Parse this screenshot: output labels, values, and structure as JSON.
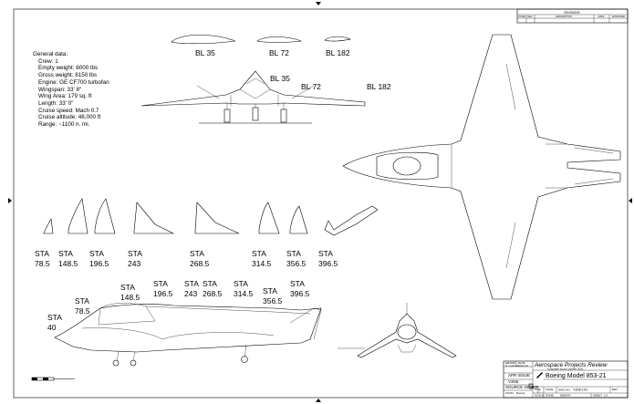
{
  "revisions": {
    "title": "REVISIONS",
    "cols": [
      "ZONE",
      "REV",
      "DESCRIPTION",
      "DATE",
      "APPROVED"
    ]
  },
  "general_data": {
    "heading": "General data:",
    "items": [
      "Crew: 1",
      "Empty weight:  6000 lbs",
      "Gross weight:  8150 lbs",
      "Engine: GE CF700 turbofan",
      "Wingspan: 33' 8\"",
      "Wing Area: 179 sq. ft",
      "Length: 33' 0\"",
      "Cruise speed: Mach 0.7",
      "Cruise altitude: 48,000 ft",
      "Range: ~1100 n. mi."
    ]
  },
  "airfoils": {
    "bl35": "BL 35",
    "bl72": "BL 72",
    "bl182": "BL 182"
  },
  "front_view_labels": {
    "bl35": "BL 35",
    "bl72": "BL 72",
    "bl182": "BL 182"
  },
  "stations": [
    "78.5",
    "148.5",
    "196.5",
    "243",
    "268.5",
    "314.5",
    "356.5",
    "396.5"
  ],
  "side_stations": [
    "40",
    "78.5",
    "148.5",
    "196.5",
    "243",
    "268.5",
    "314.5",
    "356.5",
    "396.5"
  ],
  "sta_prefix": "STA",
  "title_block": {
    "drawn": "DRAWN",
    "drawn_by": "S. Lochner",
    "date_label": "DATE",
    "date": "2021-02",
    "company": "Aerospace Projects Review",
    "copyright": "Copyright Scott Lochner 2021",
    "title": "Boeing Model 853-21",
    "apr_issue": "APR ISSUE",
    "issue_no": "V3N5",
    "source_grade_label": "SOURCE GRADE",
    "source_grade": "B",
    "size_label": "SIZE",
    "size": "C",
    "dwg_no_label": "DWG NO.",
    "dwg_no": "Y2N5-103",
    "rev_label": "REV",
    "scale_label": "SCALE",
    "scale": "NONE",
    "sheet_label": "SHEET",
    "sheet": "1/1",
    "fscm_label": "FSCM",
    "fscm": "Boeing",
    "cage_label": "CAGE",
    "weight_label": "WEIGHT"
  }
}
